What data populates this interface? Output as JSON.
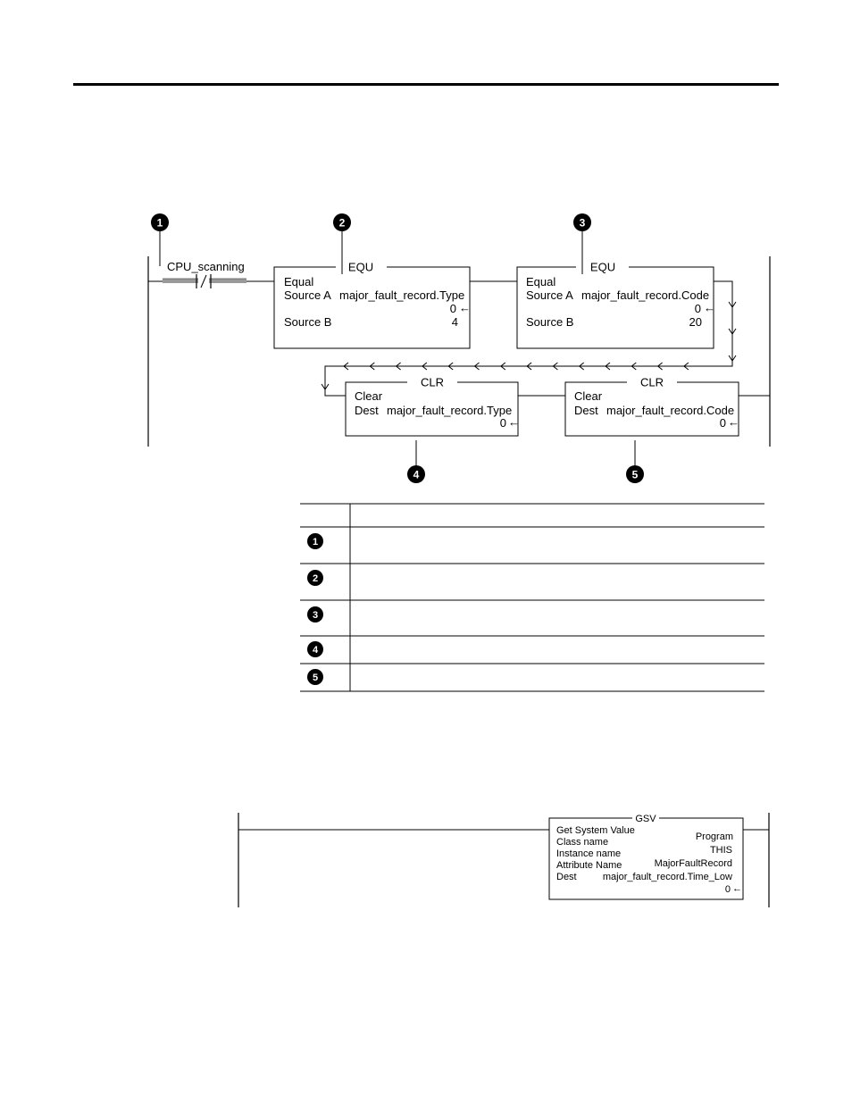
{
  "contact": {
    "tag": "CPU_scanning"
  },
  "equ1": {
    "mnemonic": "EQU",
    "name": "Equal",
    "source_a_label": "Source A",
    "source_a_tag": "major_fault_record.Type",
    "source_a_value": "0",
    "source_b_label": "Source B",
    "source_b_value": "4"
  },
  "equ2": {
    "mnemonic": "EQU",
    "name": "Equal",
    "source_a_label": "Source A",
    "source_a_tag": "major_fault_record.Code",
    "source_a_value": "0",
    "source_b_label": "Source B",
    "source_b_value": "20"
  },
  "clr1": {
    "mnemonic": "CLR",
    "name": "Clear",
    "dest_label": "Dest",
    "dest_tag": "major_fault_record.Type",
    "dest_value": "0"
  },
  "clr2": {
    "mnemonic": "CLR",
    "name": "Clear",
    "dest_label": "Dest",
    "dest_tag": "major_fault_record.Code",
    "dest_value": "0"
  },
  "gsv": {
    "mnemonic": "GSV",
    "name": "Get System Value",
    "class_label": "Class name",
    "class_value": "Program",
    "instance_label": "Instance name",
    "instance_value": "THIS",
    "attribute_label": "Attribute Name",
    "attribute_value": "MajorFaultRecord",
    "dest_label": "Dest",
    "dest_tag": "major_fault_record.Time_Low",
    "dest_value": "0"
  },
  "callouts": [
    "1",
    "2",
    "3",
    "4",
    "5"
  ],
  "legend": {
    "rows": [
      "1",
      "2",
      "3",
      "4",
      "5"
    ]
  },
  "colors": {
    "contact_fill": "#9a9a9a",
    "line": "#000000",
    "badge": "#000000"
  }
}
